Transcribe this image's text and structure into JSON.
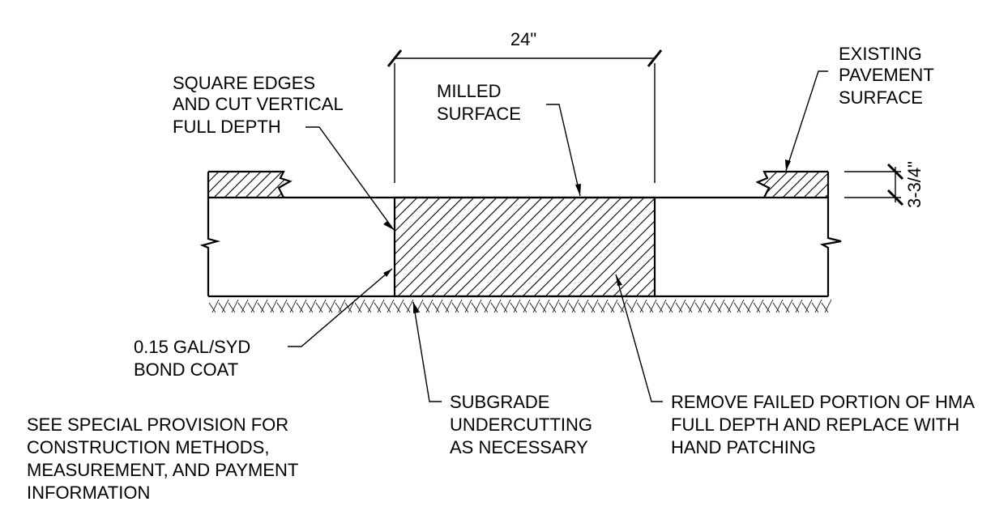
{
  "dimensions": {
    "width_label": "24\"",
    "depth_label": "3-3/4\""
  },
  "labels": {
    "square_edges": [
      "SQUARE EDGES",
      "AND CUT VERTICAL",
      "FULL DEPTH"
    ],
    "milled_surface": [
      "MILLED",
      "SURFACE"
    ],
    "existing_pavement": [
      "EXISTING",
      "PAVEMENT",
      "SURFACE"
    ],
    "bond_coat": [
      "0.15 GAL/SYD",
      "BOND COAT"
    ],
    "subgrade": [
      "SUBGRADE",
      "UNDERCUTTING",
      "AS NECESSARY"
    ],
    "remove_failed": [
      "REMOVE FAILED PORTION OF HMA",
      "FULL DEPTH AND REPLACE WITH",
      "HAND PATCHING"
    ],
    "special_provision": [
      "SEE SPECIAL PROVISION FOR",
      "CONSTRUCTION METHODS,",
      "MEASUREMENT, AND PAYMENT",
      "INFORMATION"
    ]
  }
}
